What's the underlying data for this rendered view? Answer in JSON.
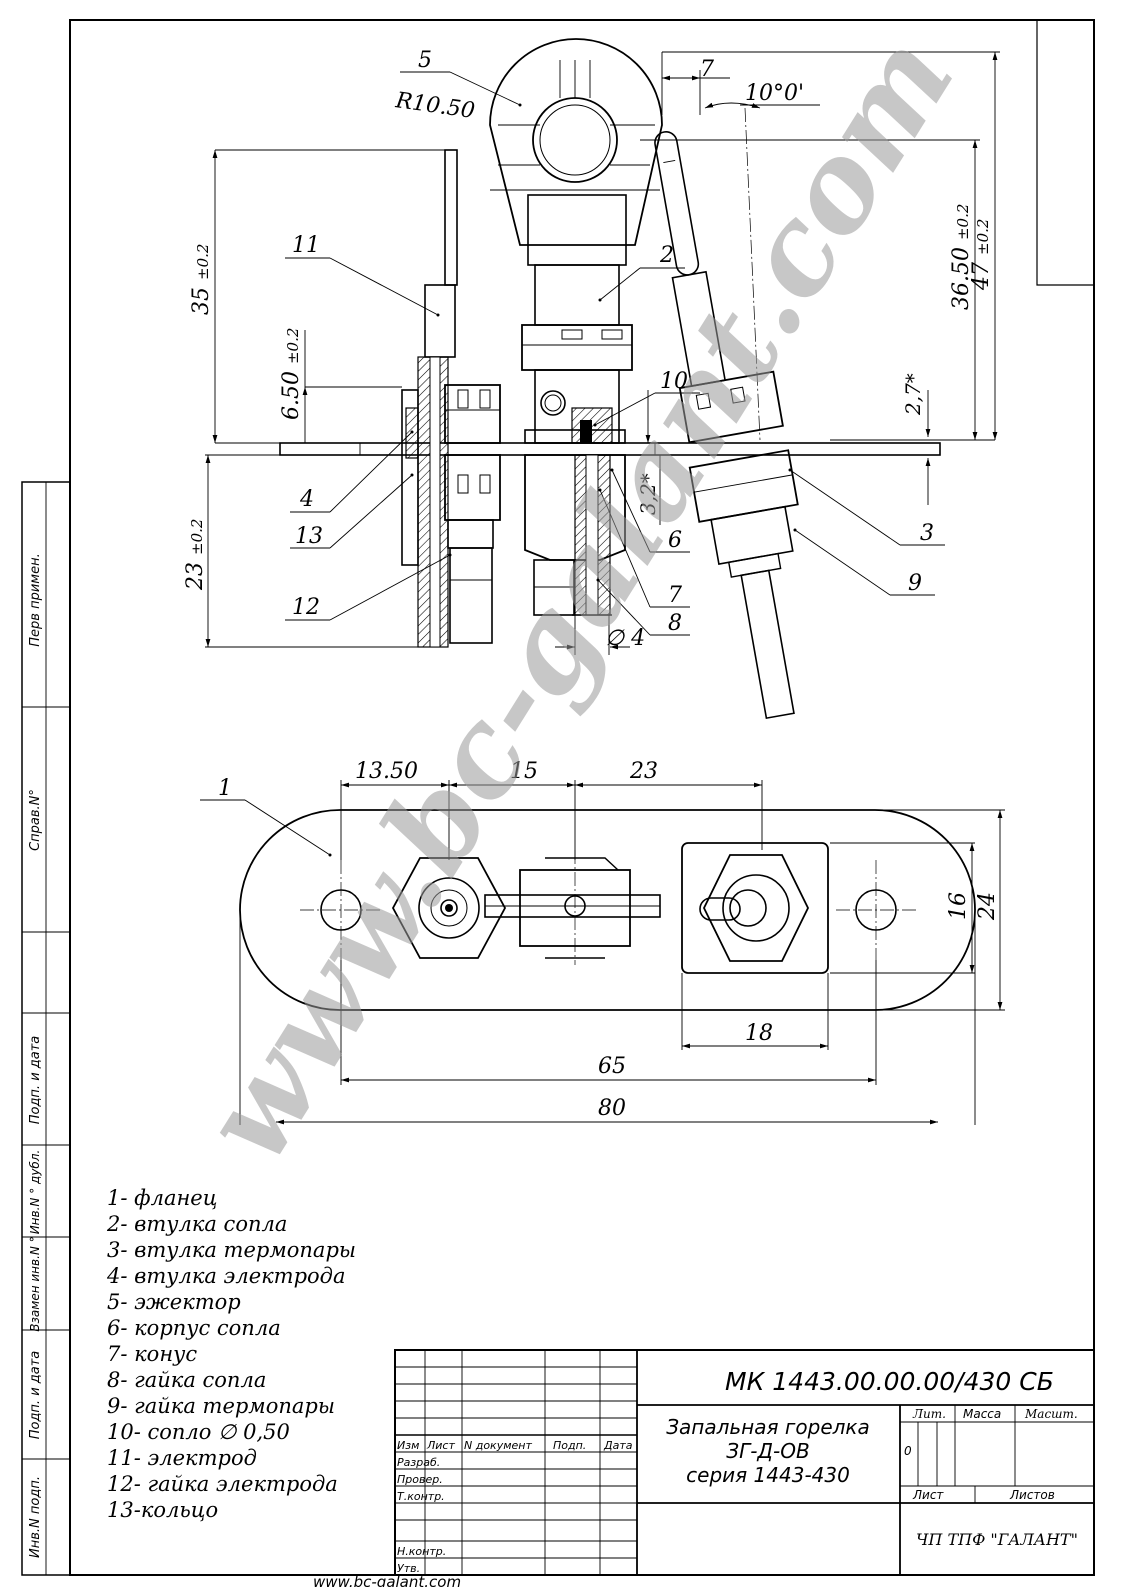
{
  "watermark": "www.bc-galant.com",
  "footer_url": "www.bc-galant.com",
  "side_stamp": {
    "perv_primen": "Перв примен.",
    "sprav": "Справ.N°",
    "podp_data_1": "Подп. и дата",
    "inv_dubl": "Инв.N ° дубл.",
    "vzamen": "Взамен инв.N °",
    "podp_data_2": "Подп. и дата",
    "inv_podl": "Инв.N подп."
  },
  "callouts": {
    "c1": "1",
    "c2": "2",
    "c3": "3",
    "c4": "4",
    "c5": "5",
    "c6": "6",
    "c7a": "7",
    "c7b": "7",
    "c8": "8",
    "c9": "9",
    "c10": "10",
    "c11": "11",
    "c12": "12",
    "c13": "13"
  },
  "dimensions": {
    "r": "R10.50",
    "angle": "10°0'",
    "d35": "35",
    "d35_tol": "±0.2",
    "d650": "6.50",
    "d650_tol": "±0.2",
    "d23": "23",
    "d23_tol": "±0.2",
    "d3650": "36.50",
    "d3650_tol": "±0.2",
    "d47": "47",
    "d47_tol": "±0.2",
    "d27": "2,7*",
    "d32": "3,2*",
    "d4": "∅ 4",
    "d1350": "13.50",
    "d15": "15",
    "d23b": "23",
    "d16": "16",
    "d24": "24",
    "d18": "18",
    "d65": "65",
    "d80": "80"
  },
  "parts_list": [
    "1- фланец",
    "2- втулка сопла",
    "3- втулка термопары",
    "4- втулка электрода",
    "5- эжектор",
    "6- корпус сопла",
    "7- конус",
    "8- гайка сопла",
    "9- гайка термопары",
    "10- сопло ∅ 0,50",
    "11- электрод",
    "12- гайка электрода",
    "13-кольцо"
  ],
  "title_block": {
    "designation": "МК 1443.00.00.00/430 СБ",
    "name_line1": "Запальная горелка",
    "name_line2": "ЗГ-Д-ОВ",
    "name_line3": "серия 1443-430",
    "col_izm": "Изм",
    "col_list": "Лист",
    "col_ndoc": "N документ",
    "col_podp": "Подп.",
    "col_data": "Дата",
    "razrab": "Разраб.",
    "prover": "Провер.",
    "tkontr": "Т.контр.",
    "nkontr": "Н.контр.",
    "utv": "Утв.",
    "lit": "Лит.",
    "massa": "Масса",
    "masht": "Масшт.",
    "lit_value": "0",
    "list": "Лист",
    "listov": "Листов",
    "company": "ЧП ТПФ \"ГАЛАНТ\""
  }
}
